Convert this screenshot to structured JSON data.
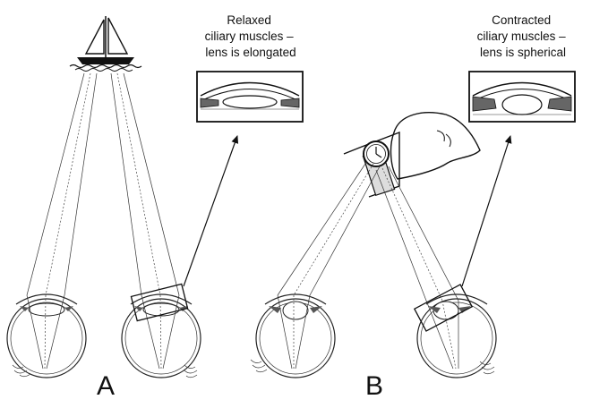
{
  "figure": {
    "panel_a": {
      "label": "A",
      "caption_lines": [
        "Relaxed",
        "ciliary muscles –",
        "lens is elongated"
      ],
      "object_icon": "sailboat-icon"
    },
    "panel_b": {
      "label": "B",
      "caption_lines": [
        "Contracted",
        "ciliary muscles –",
        "lens is spherical"
      ],
      "object_icon": "wristwatch-hand-icon"
    }
  }
}
